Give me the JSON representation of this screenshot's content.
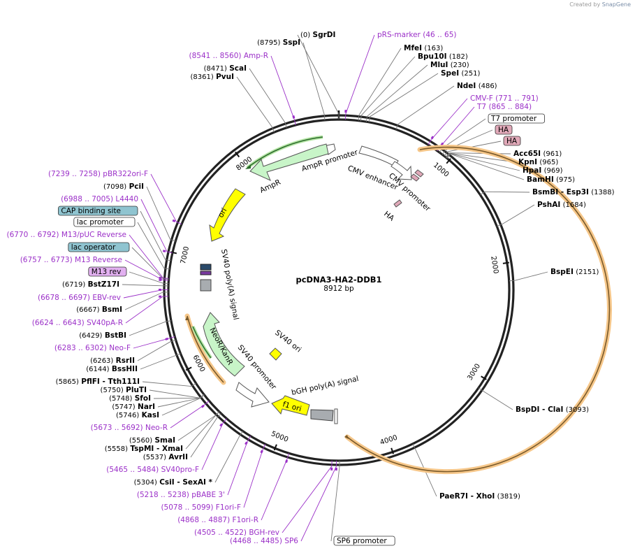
{
  "credit": {
    "prefix": "Created by",
    "brand": "SnapGene"
  },
  "plasmid": {
    "name": "pcDNA3-HA2-DDB1",
    "size": "8912 bp",
    "length": 8912
  },
  "colors": {
    "backbone": "#222222",
    "primer": "#9b30c8",
    "orf_glow": "#f6c78a",
    "orf_line": "#9a6a2a",
    "green": "#c8f5c8",
    "green_edge": "#3a9a3a",
    "yellow": "#ffff00",
    "gray": "#a8acb0",
    "tag_pink": "#e0a8b8",
    "tag_blue": "#8fc4d0",
    "tag_purple": "#e2b0f0"
  },
  "ticks": [
    {
      "pos": 1000,
      "label": "1000"
    },
    {
      "pos": 2000,
      "label": "2000"
    },
    {
      "pos": 3000,
      "label": "3000"
    },
    {
      "pos": 4000,
      "label": "4000"
    },
    {
      "pos": 5000,
      "label": "5000"
    },
    {
      "pos": 6000,
      "label": "6000"
    },
    {
      "pos": 7000,
      "label": "7000"
    },
    {
      "pos": 8000,
      "label": "8000"
    }
  ],
  "right_labels": [
    {
      "kind": "site",
      "coord": "(0)",
      "name": "SgrDI"
    },
    {
      "kind": "primer",
      "name": "pRS-marker",
      "coord": "(46 .. 65)"
    },
    {
      "kind": "site",
      "name": "MfeI",
      "coord": "(163)"
    },
    {
      "kind": "site",
      "name": "Bpu10I",
      "coord": "(182)"
    },
    {
      "kind": "site",
      "name": "MluI",
      "coord": "(230)"
    },
    {
      "kind": "site",
      "name": "SpeI",
      "coord": "(251)"
    },
    {
      "kind": "site",
      "name": "NdeI",
      "coord": "(486)"
    },
    {
      "kind": "primer",
      "name": "CMV-F",
      "coord": "(771 .. 791)"
    },
    {
      "kind": "primer",
      "name": "T7",
      "coord": "(865 .. 884)"
    },
    {
      "kind": "box",
      "name": "T7 promoter"
    },
    {
      "kind": "tag",
      "name": "HA"
    },
    {
      "kind": "tag",
      "name": "HA"
    },
    {
      "kind": "site",
      "name": "Acc65I",
      "coord": "(961)"
    },
    {
      "kind": "site",
      "name": "KpnI",
      "coord": "(965)"
    },
    {
      "kind": "site",
      "name": "HpaI",
      "coord": "(969)"
    },
    {
      "kind": "site",
      "name": "BamHI",
      "coord": "(975)"
    },
    {
      "kind": "site",
      "name": "BsmBI",
      "sep": "-",
      "name2": "Esp3I",
      "coord": "(1388)"
    },
    {
      "kind": "site",
      "name": "PshAI",
      "coord": "(1684)"
    },
    {
      "kind": "site",
      "name": "BspEI",
      "coord": "(2151)"
    },
    {
      "kind": "site",
      "name": "BspDI",
      "sep": "-",
      "name2": "ClaI",
      "coord": "(3093)"
    },
    {
      "kind": "site",
      "name": "PaeR7I",
      "sep": "-",
      "name2": "XhoI",
      "coord": "(3819)"
    },
    {
      "kind": "box",
      "name": "SP6 promoter"
    }
  ],
  "left_labels": [
    {
      "kind": "site",
      "coord": "(8795)",
      "name": "SspI"
    },
    {
      "kind": "primer",
      "coord": "(8541 .. 8560)",
      "name": "Amp-R"
    },
    {
      "kind": "site",
      "coord": "(8471)",
      "name": "ScaI"
    },
    {
      "kind": "site",
      "coord": "(8361)",
      "name": "PvuI"
    },
    {
      "kind": "primer",
      "coord": "(7239 .. 7258)",
      "name": "pBR322ori-F"
    },
    {
      "kind": "site",
      "coord": "(7098)",
      "name": "PciI"
    },
    {
      "kind": "primer",
      "coord": "(6988 .. 7005)",
      "name": "L4440"
    },
    {
      "kind": "tag",
      "name": "CAP binding site"
    },
    {
      "kind": "box",
      "name": "lac promoter"
    },
    {
      "kind": "primer",
      "coord": "(6770 .. 6792)",
      "name": "M13/pUC Reverse"
    },
    {
      "kind": "tag",
      "name": "lac operator"
    },
    {
      "kind": "primer",
      "coord": "(6757 .. 6773)",
      "name": "M13 Reverse"
    },
    {
      "kind": "tag",
      "name": "M13 rev"
    },
    {
      "kind": "site",
      "coord": "(6719)",
      "name": "BstZ17I"
    },
    {
      "kind": "primer",
      "coord": "(6678 .. 6697)",
      "name": "EBV-rev"
    },
    {
      "kind": "site",
      "coord": "(6667)",
      "name": "BsmI"
    },
    {
      "kind": "primer",
      "coord": "(6624 .. 6643)",
      "name": "SV40pA-R"
    },
    {
      "kind": "site",
      "coord": "(6429)",
      "name": "BstBI"
    },
    {
      "kind": "primer",
      "coord": "(6283 .. 6302)",
      "name": "Neo-F"
    },
    {
      "kind": "site",
      "coord": "(6263)",
      "name": "RsrII"
    },
    {
      "kind": "site",
      "coord": "(6144)",
      "name": "BssHII"
    },
    {
      "kind": "site",
      "coord": "(5865)",
      "name": "PflFI",
      "sep": "-",
      "name2": "Tth111I"
    },
    {
      "kind": "site",
      "coord": "(5750)",
      "name": "PluTI"
    },
    {
      "kind": "site",
      "coord": "(5748)",
      "name": "SfoI"
    },
    {
      "kind": "site",
      "coord": "(5747)",
      "name": "NarI"
    },
    {
      "kind": "site",
      "coord": "(5746)",
      "name": "KasI"
    },
    {
      "kind": "primer",
      "coord": "(5673 .. 5692)",
      "name": "Neo-R"
    },
    {
      "kind": "site",
      "coord": "(5560)",
      "name": "SmaI"
    },
    {
      "kind": "site",
      "coord": "(5558)",
      "name": "TspMI",
      "sep": "-",
      "name2": "XmaI"
    },
    {
      "kind": "site",
      "coord": "(5537)",
      "name": "AvrII"
    },
    {
      "kind": "primer",
      "coord": "(5465 .. 5484)",
      "name": "SV40pro-F"
    },
    {
      "kind": "site",
      "coord": "(5304)",
      "name": "CsiI",
      "sep": "-",
      "name2": "SexAI *"
    },
    {
      "kind": "primer",
      "coord": "(5218 .. 5238)",
      "name": "pBABE 3'"
    },
    {
      "kind": "primer",
      "coord": "(5078 .. 5099)",
      "name": "F1ori-F"
    },
    {
      "kind": "primer",
      "coord": "(4868 .. 4887)",
      "name": "F1ori-R"
    },
    {
      "kind": "primer",
      "coord": "(4505 .. 4522)",
      "name": "BGH-rev"
    },
    {
      "kind": "primer",
      "coord": "(4468 .. 4485)",
      "name": "SP6"
    }
  ],
  "features": [
    {
      "name": "AmpR promoter"
    },
    {
      "name": "AmpR"
    },
    {
      "name": "ori"
    },
    {
      "name": "CMV enhancer"
    },
    {
      "name": "CMV promoter"
    },
    {
      "name": "HA"
    },
    {
      "name": "SV40 poly(A) signal"
    },
    {
      "name": "NeoR/KanR"
    },
    {
      "name": "SV40 promoter"
    },
    {
      "name": "SV40 ori"
    },
    {
      "name": "f1 ori"
    },
    {
      "name": "bGH poly(A) signal"
    }
  ]
}
